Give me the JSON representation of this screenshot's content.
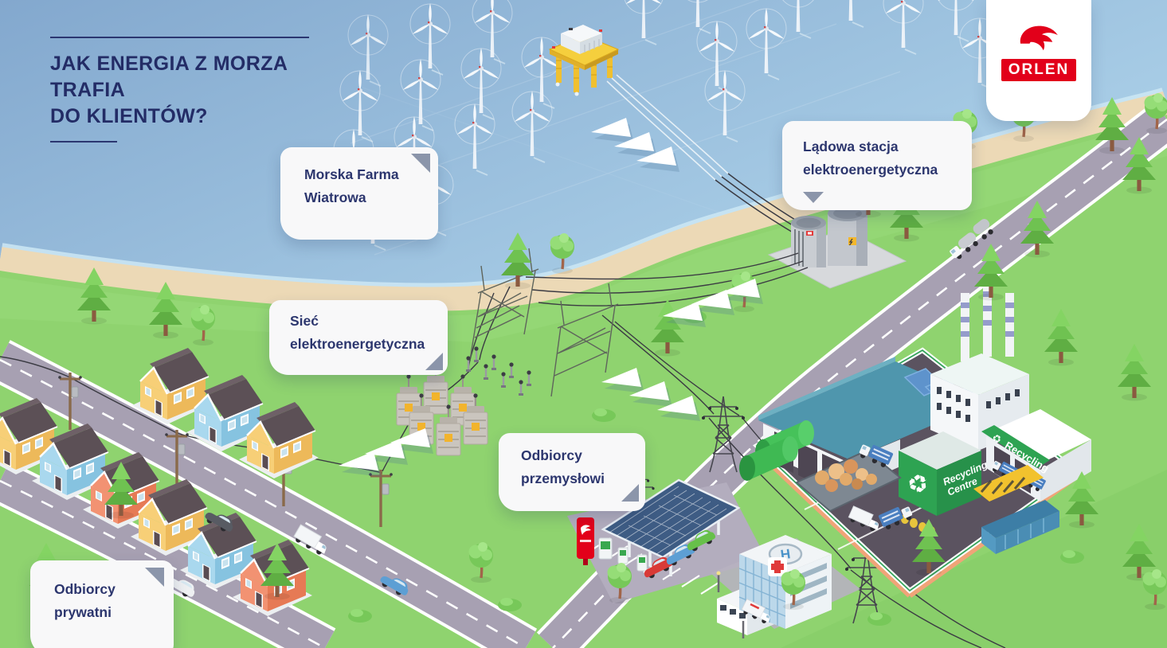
{
  "title": {
    "line1": "JAK ENERGIA Z MORZA TRAFIA",
    "line2": "DO KLIENTÓW?"
  },
  "logo": {
    "brand": "ORLEN"
  },
  "labels": {
    "offshore": {
      "line1": "Morska Farma",
      "line2": "Wiatrowa"
    },
    "onshore": {
      "line1": "Lądowa stacja",
      "line2": "elektroenergetyczna"
    },
    "grid": {
      "line1": "Sieć",
      "line2": "elektroenergetyczna"
    },
    "industrial": {
      "line1": "Odbiorcy",
      "line2": "przemysłowi"
    },
    "private": {
      "line1": "Odbiorcy",
      "line2": "prywatni"
    }
  },
  "scene": {
    "recycling_centre_sign": {
      "line1": "Recycling",
      "line2": "Centre"
    },
    "recycling_banner": "Recycling",
    "hospital_helipad_letter": "H"
  },
  "icons": {
    "recycle": "♻"
  },
  "colors": {
    "brand_red": "#E2001A",
    "navy": "#2B3670",
    "card_bg": "#F8F8F9",
    "triangle_gray": "#8B95AA",
    "recycling_green": "#2EA352",
    "sea_blue": "#9CC3E0",
    "grass_green": "#8FD36F",
    "sand": "#ECD9B6",
    "road_gray": "#A7A0B2"
  }
}
